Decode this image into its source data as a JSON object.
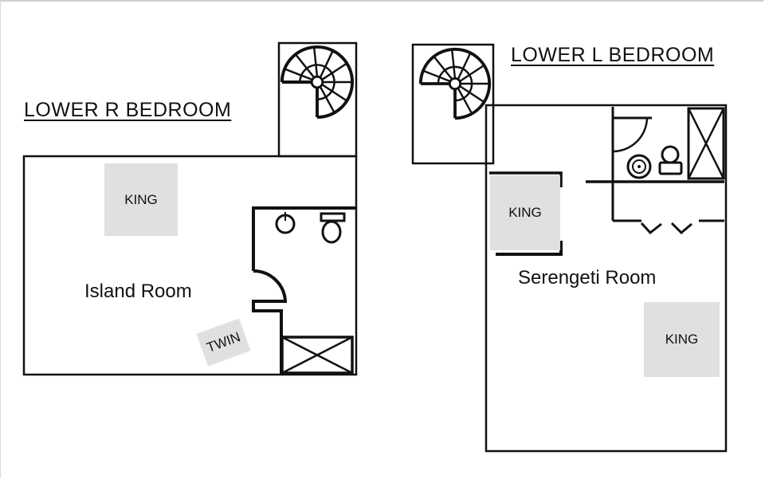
{
  "floorplans": [
    {
      "title": "LOWER R BEDROOM",
      "room_name": "Island Room",
      "beds": [
        {
          "label": "KING"
        },
        {
          "label": "TWIN"
        }
      ],
      "fixtures": [
        "spiral-staircase",
        "sink",
        "toilet",
        "shower",
        "door-swing"
      ]
    },
    {
      "title": "LOWER L BEDROOM",
      "room_name": "Serengeti Room",
      "beds": [
        {
          "label": "KING"
        },
        {
          "label": "KING"
        }
      ],
      "fixtures": [
        "spiral-staircase",
        "sink",
        "toilet",
        "shower",
        "door-swing",
        "closet-doors"
      ]
    }
  ],
  "colors": {
    "wall": "#111111",
    "bed_fill": "#e0e0e0",
    "background": "#ffffff"
  }
}
